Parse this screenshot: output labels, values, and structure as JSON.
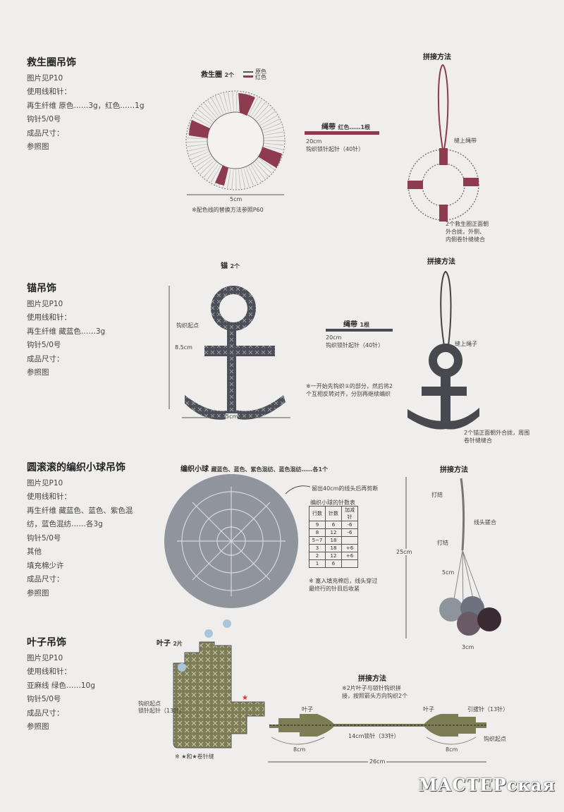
{
  "sections": [
    {
      "title": "救生圈吊饰",
      "lines": [
        "图片见P10",
        "使用线和针：",
        "再生纤维 原色……3g，红色……1g",
        "钩针5/0号",
        "成品尺寸：",
        "参照图"
      ],
      "diagram": {
        "piece_label": "救生圈",
        "piece_count": "2个",
        "legend_natural": "原色",
        "legend_red": "红色",
        "width": "5cm",
        "note": "※配色线的替换方法参照P60",
        "cord_label": "绳带",
        "cord_detail": "红色……1根",
        "cord_length": "20cm",
        "cord_method": "钩织锁针起针（40针）"
      },
      "assembly": {
        "title": "拼接方法",
        "sew_cord": "缝上绳带",
        "note": "2个救生圈正面朝外合拢，外侧、内侧卷针缝缝合"
      }
    },
    {
      "title": "锚吊饰",
      "lines": [
        "图片见P10",
        "使用线和针：",
        "再生纤维 藏蓝色……3g",
        "钩针5/0号",
        "成品尺寸：",
        "参照图"
      ],
      "diagram": {
        "piece_label": "锚",
        "piece_count": "2个",
        "start": "钩织起点",
        "height": "8.5cm",
        "width": "5cm",
        "cord_label": "绳带",
        "cord_detail": "1根",
        "cord_length": "20cm",
        "cord_method": "钩织锁针起针（40针）",
        "note": "※一开始先钩织①的部分，然后将2个互相反转对齐，分别再继续编织"
      },
      "assembly": {
        "title": "拼接方法",
        "sew_cord": "缝上绳子",
        "note": "2个锚正面朝外合拢，周围卷针缝缝合"
      }
    },
    {
      "title": "圆滚滚的编织小球吊饰",
      "lines": [
        "图片见P10",
        "使用线和针：",
        "再生纤维 藏蓝色、蓝色、紫色混",
        "纺，蓝色混纺……各3g",
        "钩针5/0号",
        "其他",
        "填充棉少许",
        "成品尺寸：",
        "参照图"
      ],
      "diagram": {
        "piece_label": "编织小球",
        "piece_detail": "藏蓝色、蓝色、紫色混纺、蓝色混纺……各1个",
        "tail_note": "留出40cm的线头后再剪断",
        "table_title": "编织小球的针数表",
        "table_headers": [
          "行数",
          "针数",
          "加减针"
        ],
        "table_rows": [
          [
            "9",
            "6",
            "-6"
          ],
          [
            "8",
            "12",
            "-6"
          ],
          [
            "5~7",
            "18",
            ""
          ],
          [
            "3",
            "18",
            "+6"
          ],
          [
            "2",
            "12",
            "+6"
          ],
          [
            "1",
            "6",
            ""
          ]
        ],
        "note": "※ 塞入填充棉后，线头穿过最终行的针目后收紧"
      },
      "assembly": {
        "title": "拼接方法",
        "knot1": "打结",
        "twist": "线头搓合",
        "knot2": "打结",
        "length": "25cm",
        "branch": "5cm",
        "ball": "3cm"
      }
    },
    {
      "title": "叶子吊饰",
      "lines": [
        "图片见P10",
        "使用线和针：",
        "亚麻线 绿色……10g",
        "钩针5/0号",
        "成品尺寸：",
        "参照图"
      ],
      "diagram": {
        "piece_label": "叶子",
        "piece_count": "2片",
        "start": "钩织起点",
        "chain": "锁针起针（13针）",
        "note": "※ ★和★卷针缝"
      },
      "assembly": {
        "title": "拼接方法",
        "note": "※2片叶子与锁针钩织拼接，按照箭头方向钩织2个",
        "leaf_left": "叶子",
        "leaf_right": "叶子",
        "slip": "引拔针（13针）",
        "middle": "14cm锁针（33针）",
        "start": "钩织起点",
        "left_len": "8cm",
        "right_len": "8cm",
        "total": "26cm"
      }
    }
  ],
  "watermark": "МАСТЕРская",
  "colors": {
    "red": "#8e3a4f",
    "navy": "#4a4c55",
    "green": "#7d7d55",
    "ball_gray": "#8e949c",
    "ball_blue": "#6e7280",
    "ball_purple": "#6a5a66",
    "ball_dark": "#3b2c34"
  }
}
